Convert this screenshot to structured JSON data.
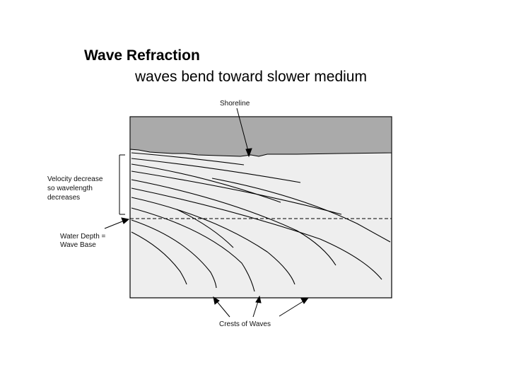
{
  "title": "Wave Refraction",
  "subtitle": "waves bend toward slower medium",
  "labels": {
    "shoreline": "Shoreline",
    "velocity_line1": "Velocity decrease",
    "velocity_line2": "so wavelength",
    "velocity_line3": "decreases",
    "depth_line1": "Water Depth =",
    "depth_line2": "Wave Base",
    "crests": "Crests of Waves"
  },
  "colors": {
    "land": "#aaaaaa",
    "water": "#eeeeee",
    "line": "#000000"
  }
}
